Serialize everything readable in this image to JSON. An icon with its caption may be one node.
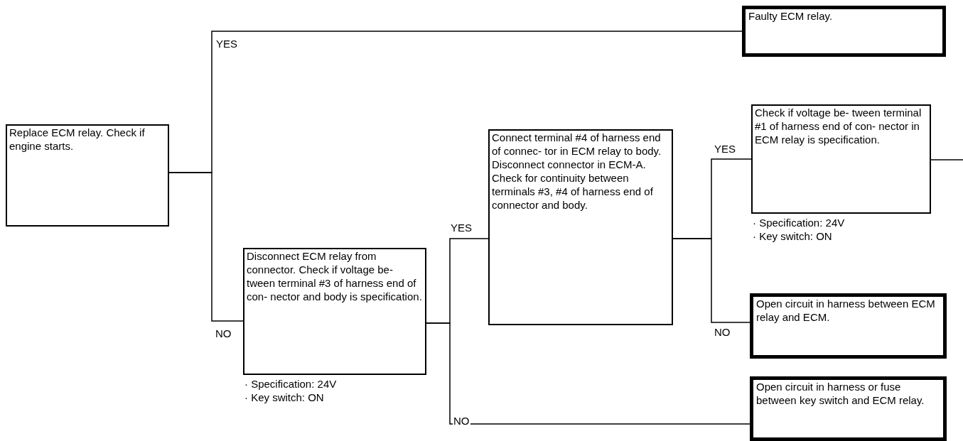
{
  "diagram": {
    "nodes": [
      {
        "text": [
          "Replace ECM relay. Check if engine starts."
        ]
      },
      {
        "text": [
          "Faulty ECM relay."
        ]
      },
      {
        "text": [
          "Disconnect ECM relay from connector. Check if voltage be- tween terminal #3 of harness end of con- nector and body is specification."
        ],
        "beside": [
          "· Specification: 24V",
          "· Key switch: ON"
        ]
      },
      {
        "text": [
          "Connect terminal #4 of harness end of connec- tor in ECM relay to body. Disconnect connector in ECM-A. Check for continuity between terminals #3, #4 of harness end of connector and body."
        ]
      },
      {
        "text": [
          "Check if voltage be- tween terminal #1 of harness end of con- nector in ECM relay is specification."
        ],
        "beside": [
          "· Specification: 24V",
          "· Key switch: ON"
        ]
      },
      {
        "text": [
          "Open circuit in harness between ECM relay and ECM."
        ]
      },
      {
        "text": [
          "Open circuit in harness or fuse between key switch and ECM relay."
        ]
      }
    ],
    "edges": [
      {
        "from": 0,
        "to": 1,
        "arrow": "none",
        "label": "YES"
      },
      {
        "from": 0,
        "to": 2,
        "arrow": "none",
        "label": "NO"
      },
      {
        "from": 2,
        "to": 3,
        "arrow": "none",
        "label": "YES"
      },
      {
        "from": 2,
        "to": 6,
        "arrow": "none",
        "label": "NO"
      },
      {
        "from": 3,
        "to": 4,
        "arrow": "none",
        "label": "YES"
      },
      {
        "from": 3,
        "to": 5,
        "arrow": "none",
        "label": "NO"
      },
      {
        "from": 4,
        "to": null,
        "arrow": "none"
      }
    ]
  }
}
